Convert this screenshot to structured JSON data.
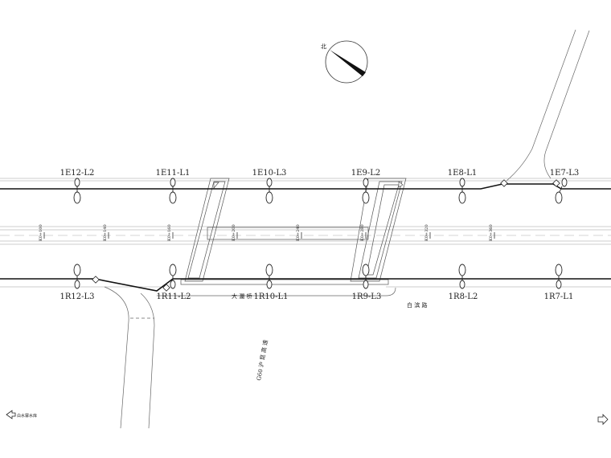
{
  "north_symbol": "北",
  "top_labels": [
    "1E12-L2",
    "1E11-L1",
    "1E10-L3",
    "1E9-L2",
    "1E8-L1",
    "1E7-L3"
  ],
  "bottom_labels": [
    "1R12-L3",
    "1R11-L2",
    "1R10-L1",
    "1R9-L3",
    "1R8-L2",
    "1R7-L1"
  ],
  "bridge_label": "大 瀾 桥",
  "road_label": "白 滨 路",
  "diag_road_label": "G60 沪 昆 高 速",
  "left_arrow_label": "白水寨水库",
  "median_marks": [
    "K0+100",
    "K0+140",
    "K0+160",
    "K0+200",
    "K0+240",
    "K0+280",
    "K0+320",
    "K0+360"
  ]
}
